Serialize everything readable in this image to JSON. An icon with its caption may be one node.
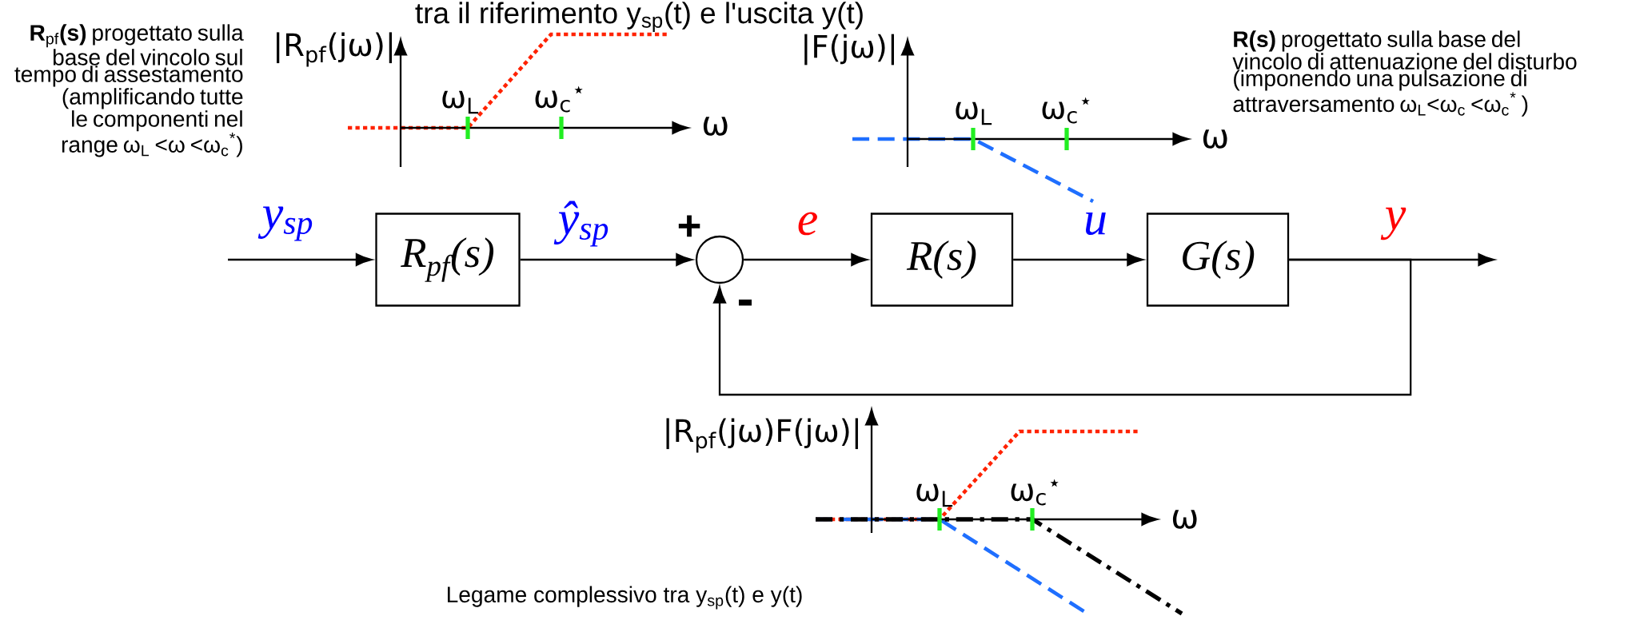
{
  "diagram": {
    "title": "tra il riferimento y$_{sp}$(t) e l'uscita y(t)",
    "caption": "Legame complessivo tra y$_{sp}$(t) e y(t)",
    "nodes": [
      {
        "text": [
          "R$_{pf}$(s)"
        ]
      },
      {
        "text": [],
        "shape": "circle"
      },
      {
        "text": [
          "R(s)"
        ]
      },
      {
        "text": [
          "G(s)"
        ]
      }
    ],
    "edges": [
      {
        "from": null,
        "to": 0,
        "arrow": "to",
        "label": "y$_{sp}$"
      },
      {
        "from": 0,
        "to": 1,
        "arrow": "to",
        "label": "ŷ$_{sp}$"
      },
      {
        "from": 1,
        "to": 2,
        "arrow": "to",
        "label": "e"
      },
      {
        "from": 2,
        "to": 3,
        "arrow": "to",
        "label": "u"
      },
      {
        "from": 3,
        "to": null,
        "arrow": "to",
        "label": "y"
      },
      {
        "from": 3,
        "to": 1,
        "arrow": "to"
      }
    ],
    "labels": [
      "|R$_{pf}$(jω)|",
      "ω$_{L}$",
      "ω$_{c}$$^{⋆}$",
      "ω",
      "|F(jω)|",
      "ω$_{L}$",
      "ω$_{c}$$^{⋆}$",
      "ω",
      "**R**$_{pf}$**(s)** progettato sulla base del vincolo sul tempo di assestamento (amplificando tutte le componenti nel range ω$_{L}$ <ω <ω$_{c}$$^{*}$)",
      "**R(s)** progettato sulla base del vincolo di attenuazione del disturbo (imponendo una pulsazione di attraversamento ω$_{L}$<ω$_{c}$ <ω$_{c}$$^{*}$ )",
      "+",
      "-",
      "|R$_{pf}$(jω)F(jω)|",
      "ω$_{L}$",
      "ω$_{c}$$^{⋆}$",
      "ω"
    ]
  }
}
